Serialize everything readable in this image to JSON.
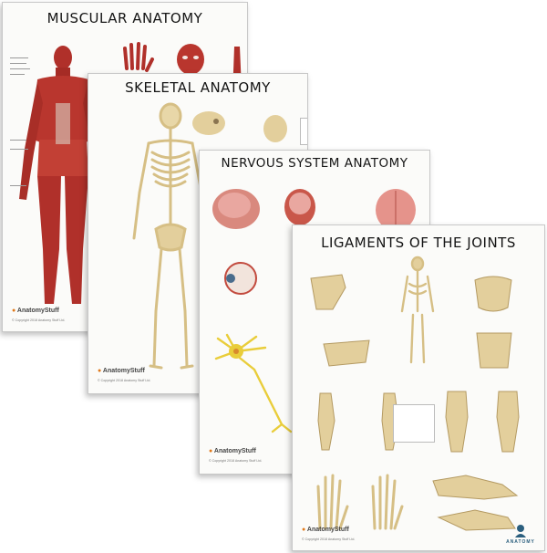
{
  "posters": [
    {
      "title": "MUSCULAR ANATOMY",
      "brand": "AnatomyStuff",
      "copyright": "© Copyright 2018 Anatomy Stuff Ltd."
    },
    {
      "title": "SKELETAL ANATOMY",
      "brand": "AnatomyStuff",
      "copyright": "© Copyright 2018 Anatomy Stuff Ltd."
    },
    {
      "title": "NERVOUS SYSTEM ANATOMY",
      "brand": "AnatomyStuff",
      "copyright": "© Copyright 2018 Anatomy Stuff Ltd."
    },
    {
      "title": "LIGAMENTS OF THE JOINTS",
      "brand": "AnatomyStuff",
      "copyright": "© Copyright 2018 Anatomy Stuff Ltd."
    }
  ],
  "logo": {
    "text": "ANATOMY"
  },
  "colors": {
    "muscle": "#b0302a",
    "bone": "#e3cf9c",
    "nerve": "#e9cd3a",
    "brain": "#e9a7a0",
    "brand_accent": "#e07a1c"
  }
}
